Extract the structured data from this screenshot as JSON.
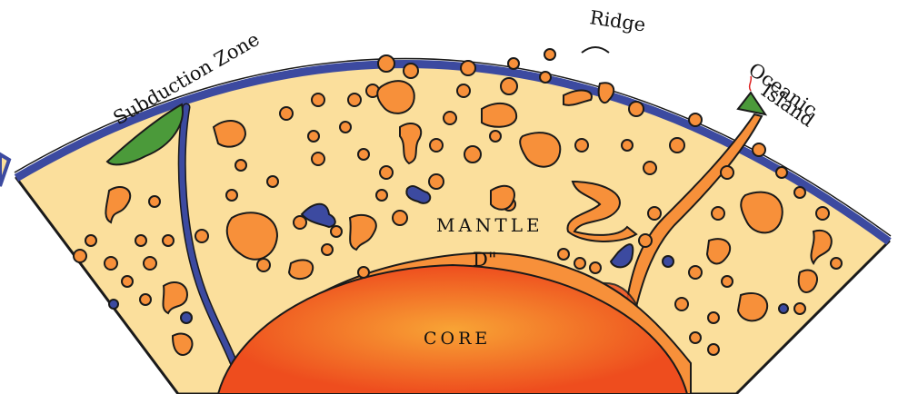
{
  "labels": {
    "subduction_zone": "Subduction Zone",
    "ridge": "Ridge",
    "oceanic_island_line1": "Oceanic",
    "oceanic_island_line2": "Island",
    "mantle": "MANTLE",
    "d_double_prime": "D\"",
    "core": "CORE"
  },
  "colors": {
    "mantle": "#fbdf9c",
    "crust": "#3c4aa0",
    "plume": "#f7903a",
    "core_inner": "#f8a435",
    "core_outer": "#ee4d1e",
    "subduction_arc": "#4b9a3a",
    "outline": "#1a1a1a"
  }
}
